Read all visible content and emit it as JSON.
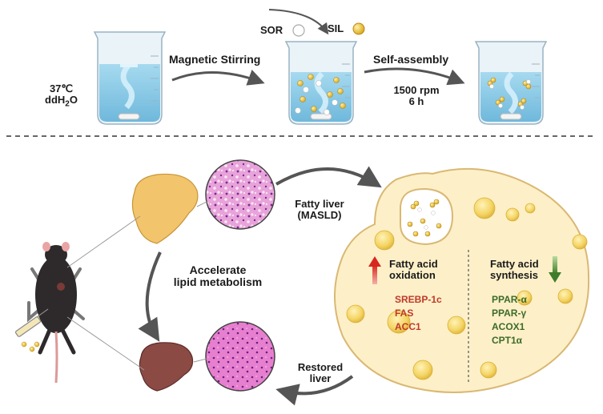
{
  "top": {
    "temperature": "37℃",
    "solvent_prefix": "ddH",
    "solvent_sub": "2",
    "solvent_suffix": "O",
    "step1": "Magnetic Stirring",
    "reagent_a": "SOR",
    "reagent_b": "SIL",
    "step2": "Self-assembly",
    "speed": "1500 rpm",
    "time": "6 h"
  },
  "bottom": {
    "fatty_liver_line1": "Fatty liver",
    "fatty_liver_line2": "(MASLD)",
    "accelerate_line1": "Accelerate",
    "accelerate_line2": "lipid metabolism",
    "restored_line1": "Restored",
    "restored_line2": "liver",
    "oxidation_title_line1": "Fatty acid",
    "oxidation_title_line2": "oxidation",
    "oxidation_genes": [
      "SREBP-1c",
      "FAS",
      "ACC1"
    ],
    "synthesis_title_line1": "Fatty acid",
    "synthesis_title_line2": "synthesis",
    "synthesis_genes": [
      "PPAR-α",
      "PPAR-γ",
      "ACOX1",
      "CPT1α"
    ]
  },
  "colors": {
    "water": "#8ecbe6",
    "beaker_glass": "#e9f3f8",
    "sor_particle": "#ffffff",
    "sil_particle": "#f2c330",
    "cell_fill": "#fdf0c8",
    "cell_edge": "#d9b873",
    "lipid_droplet": "#f6d76a",
    "he_stain": "#e59ad6",
    "fatty_liver": "#f2c46b",
    "healthy_liver": "#8b4a44",
    "up_arrow": "#d7261e",
    "down_arrow": "#4b8a35",
    "flow_arrow": "#555555"
  }
}
